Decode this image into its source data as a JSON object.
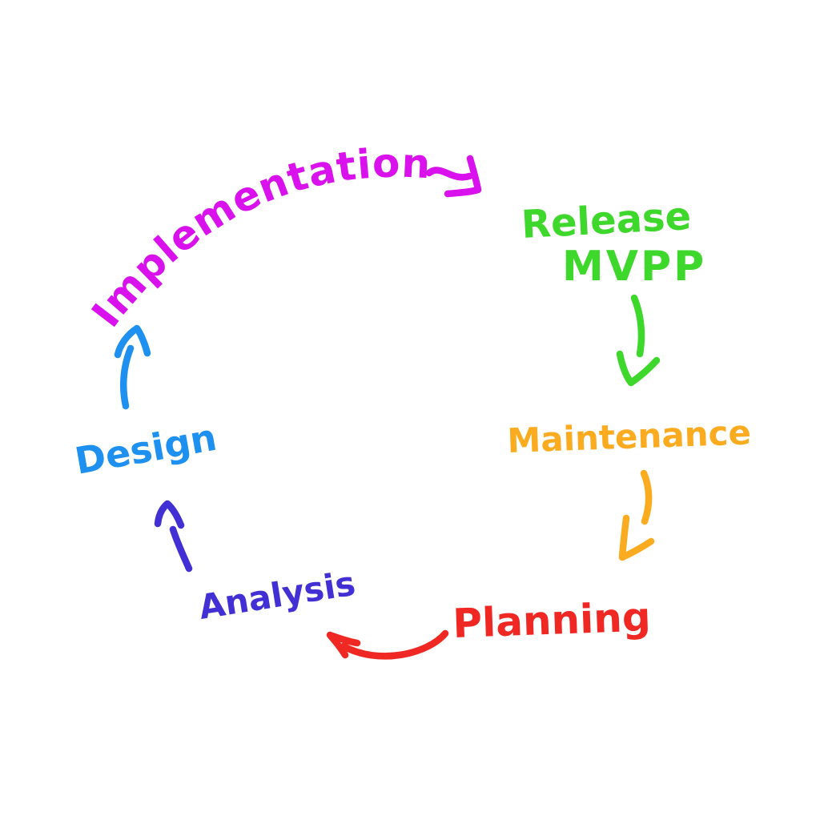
{
  "diagram": {
    "kind": "hand-drawn-cycle-diagram",
    "background": "#ffffff",
    "stages": [
      {
        "name": "Implementation",
        "color": "#d911ec"
      },
      {
        "name": "Release MVPP",
        "line1": "Release",
        "line2": "MVPP",
        "color": "#3ed72b"
      },
      {
        "name": "Maintenance",
        "color": "#fbab20"
      },
      {
        "name": "Planning",
        "color": "#f02823"
      },
      {
        "name": "Analysis",
        "color": "#4330d4"
      },
      {
        "name": "Design",
        "color": "#1e90f0"
      }
    ],
    "arrows": [
      {
        "from": "Implementation",
        "to": "Release MVPP",
        "color": "#d911ec"
      },
      {
        "from": "Release MVPP",
        "to": "Maintenance",
        "color": "#3ed72b"
      },
      {
        "from": "Maintenance",
        "to": "Planning",
        "color": "#fbab20"
      },
      {
        "from": "Planning",
        "to": "Analysis",
        "color": "#f02823"
      },
      {
        "from": "Analysis",
        "to": "Design",
        "color": "#4330d4"
      },
      {
        "from": "Design",
        "to": "Implementation",
        "color": "#1e90f0"
      }
    ]
  }
}
